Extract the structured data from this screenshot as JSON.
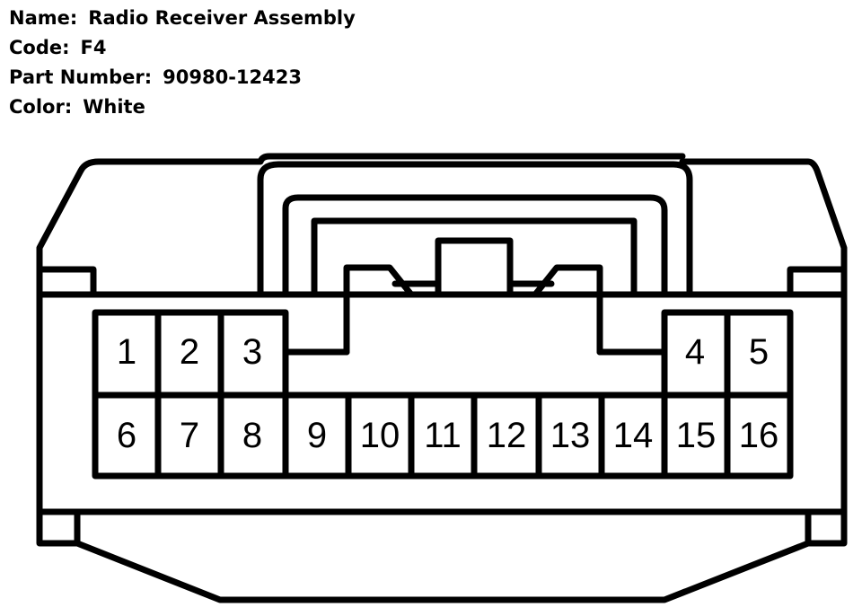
{
  "info": {
    "name_label": "Name:",
    "name_value": "Radio Receiver Assembly",
    "code_label": "Code:",
    "code_value": "F4",
    "part_label": "Part Number:",
    "part_value": "90980-12423",
    "color_label": "Color:",
    "color_value": "White"
  },
  "pins": {
    "p1": "1",
    "p2": "2",
    "p3": "3",
    "p4": "4",
    "p5": "5",
    "p6": "6",
    "p7": "7",
    "p8": "8",
    "p9": "9",
    "p10": "10",
    "p11": "11",
    "p12": "12",
    "p13": "13",
    "p14": "14",
    "p15": "15",
    "p16": "16"
  }
}
